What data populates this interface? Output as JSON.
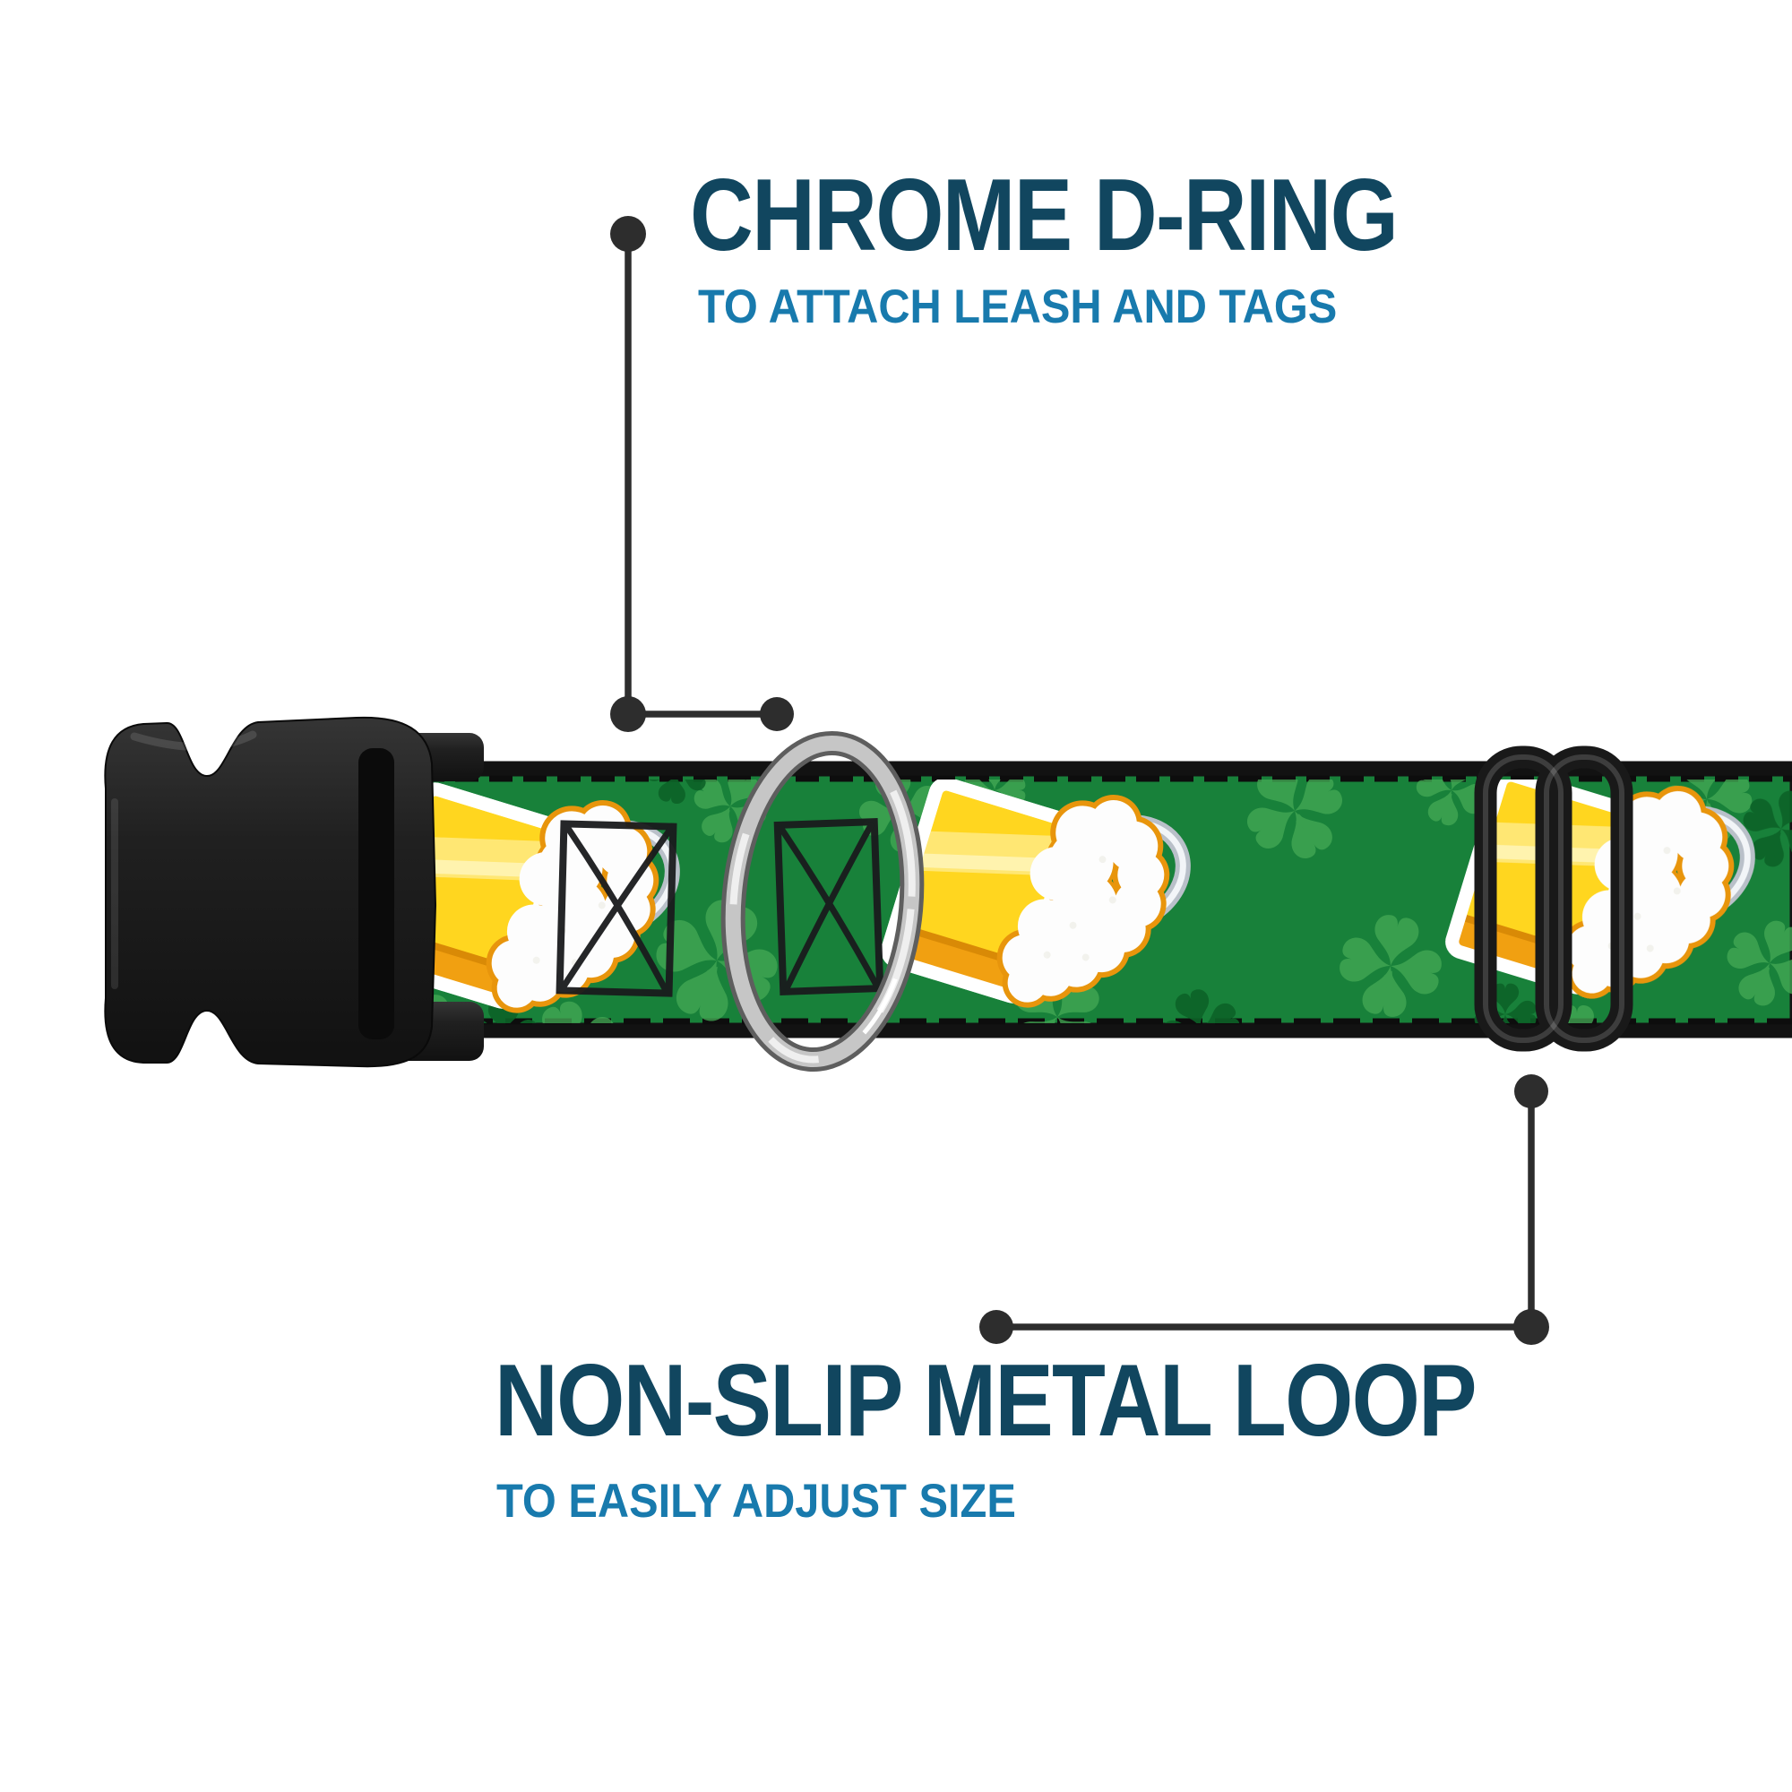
{
  "annotations": {
    "dring": {
      "title": "CHROME D-RING",
      "subtitle": "TO ATTACH LEASH AND TAGS"
    },
    "loop": {
      "title": "NON-SLIP METAL LOOP",
      "subtitle": "TO EASILY ADJUST SIZE"
    }
  },
  "colors": {
    "title_navy": "#11465f",
    "subtitle_blue": "#187aad",
    "callout_line": "#2d2d2d",
    "collar_green": "#18813a",
    "clover_light": "#44a854",
    "clover_dark": "#0d6328",
    "beer_yellow": "#ffd61f",
    "beer_orange": "#f1a011",
    "foam_white": "#fdfdfd",
    "hardware_black": "#1b1b1b",
    "chrome_silver": "#c6c6c6"
  }
}
